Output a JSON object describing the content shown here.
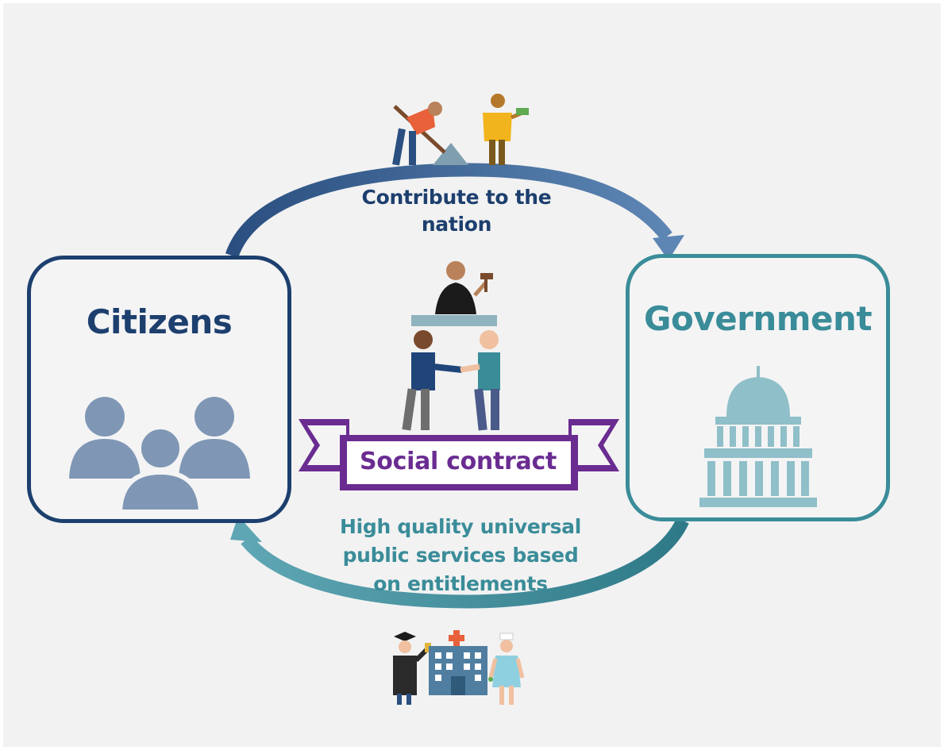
{
  "diagram": {
    "citizens": {
      "title": "Citizens"
    },
    "government": {
      "title": "Government"
    },
    "top_arrow_caption": [
      "Contribute to the",
      "nation"
    ],
    "bottom_arrow_caption": [
      "High quality universal",
      "public services based",
      "on entitlements"
    ],
    "banner_label": "Social contract"
  },
  "colors": {
    "citizens": "#1c3f6e",
    "government": "#3a8c99",
    "banner": "#6a2c91",
    "icon_grey": "#7f97b5"
  },
  "icons": [
    "people-group-icon",
    "capitol-building-icon",
    "worker-digging-icon",
    "person-paying-icon",
    "judge-gavel-icon",
    "handshake-icon",
    "graduate-icon",
    "hospital-icon",
    "nurse-icon"
  ]
}
